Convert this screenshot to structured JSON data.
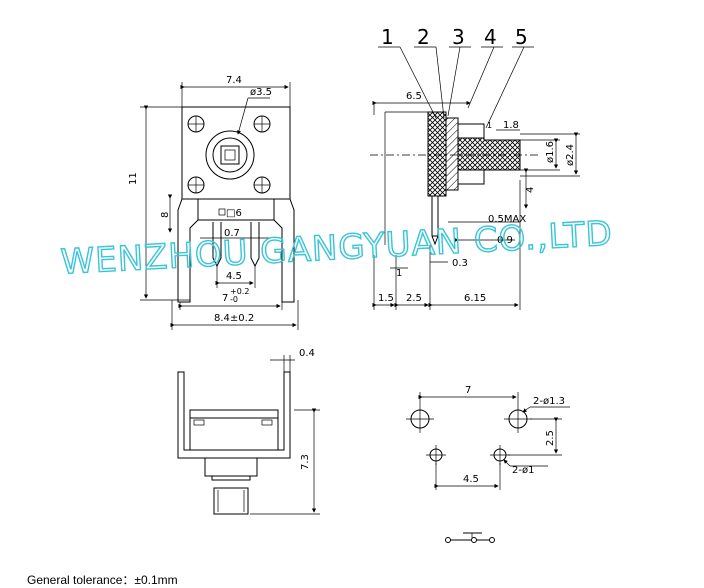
{
  "front_view": {
    "dim_top_width": "7.4",
    "dim_hole_dia": "ø3.5",
    "dim_height": "11",
    "dim_square": "□6",
    "dim_8": "8",
    "dim_pin": "0.7",
    "dim_pitch": "4.5",
    "dim_base": "7",
    "dim_base_tol_plus": "+0.2",
    "dim_base_tol_minus": "-0",
    "dim_overall": "8.4±0.2"
  },
  "side_view": {
    "callouts": [
      "1",
      "2",
      "3",
      "4",
      "5"
    ],
    "dim_6_5": "6.5",
    "dim_1": "1",
    "dim_1_8": "1.8",
    "dim_dia_1_6": "ø1.6",
    "dim_dia_2_4": "ø2.4",
    "dim_4": "4",
    "dim_0_5max": "0.5MAX",
    "dim_0_9": "0.9",
    "dim_0_3": "0.3",
    "dim_1_b": "1",
    "dim_1_5": "1.5",
    "dim_2_5": "2.5",
    "dim_6_15": "6.15"
  },
  "bottom_view": {
    "dim_0_4": "0.4",
    "dim_7_3": "7.3"
  },
  "pcb_layout": {
    "dim_7": "7",
    "dim_2_dia_1_3": "2-ø1.3",
    "dim_2_5": "2.5",
    "dim_4_5": "4.5",
    "dim_2_dia_1": "2-ø1"
  },
  "watermark": "WENZHOU GANGYUAN CO.,LTD",
  "tolerance_note": "General tolerance：±0.1mm"
}
